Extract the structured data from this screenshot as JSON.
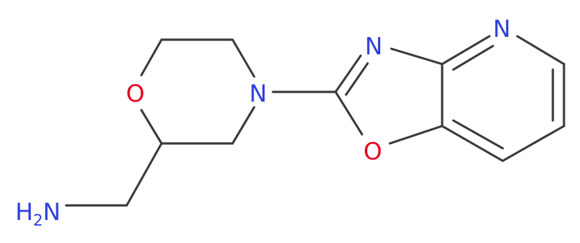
{
  "molecule": {
    "atoms": {
      "o_morpholine": {
        "symbol": "O",
        "color": "#e8001f"
      },
      "n_morpholine": {
        "symbol": "N",
        "color": "#2f3fdc"
      },
      "n_oxazole": {
        "symbol": "N",
        "color": "#2f3fdc"
      },
      "o_oxazole": {
        "symbol": "O",
        "color": "#e8001f"
      },
      "n_pyridine": {
        "symbol": "N",
        "color": "#2f3fdc"
      },
      "amine": {
        "symbol": "H",
        "subscript": "2",
        "suffix": "N",
        "color": "#2f3fdc"
      }
    },
    "bond_color": "#3b3b3b"
  }
}
